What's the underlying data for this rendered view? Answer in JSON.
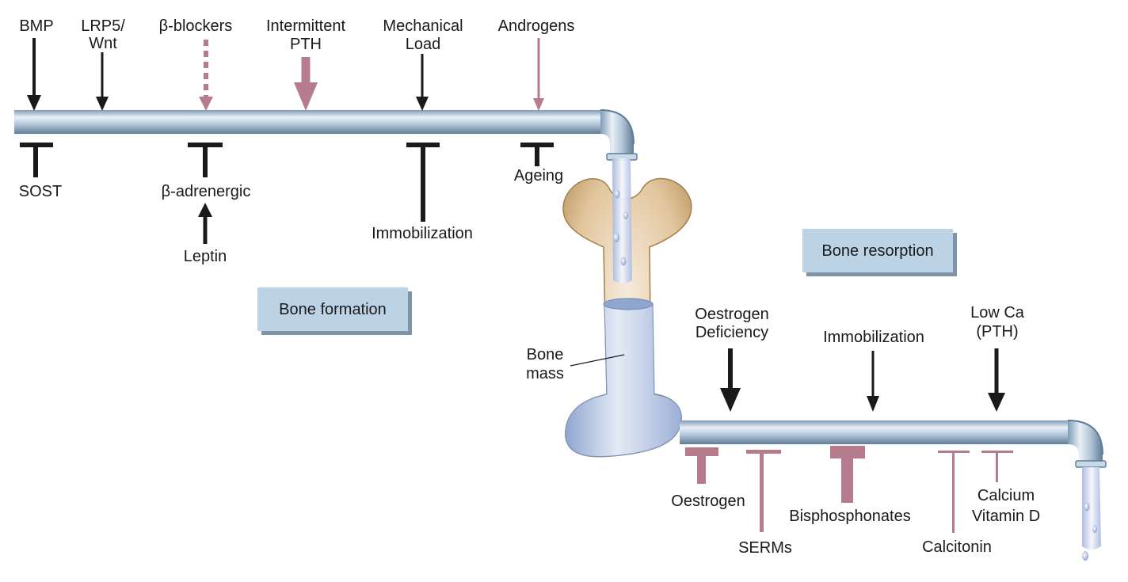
{
  "colors": {
    "pipe_mid": "#b9ccdd",
    "pipe_dark": "#5f7d98",
    "black_arrow": "#1a1a1a",
    "pink_arrow": "#b67b8c",
    "box_fill": "#bcd3e6",
    "box_shadow": "#7f94a8",
    "bone_tan": "#d9b98a",
    "water": "#dfe6f4"
  },
  "formation": {
    "inputs": {
      "bmp": "BMP",
      "lrp5_line1": "LRP5/",
      "lrp5_line2": "Wnt",
      "beta_blockers": "β-blockers",
      "pth_line1": "Intermittent",
      "pth_line2": "PTH",
      "mech_line1": "Mechanical",
      "mech_line2": "Load",
      "androgens": "Androgens"
    },
    "inhibitors": {
      "sost": "SOST",
      "beta_adrenergic": "β-adrenergic",
      "leptin": "Leptin",
      "immobilization": "Immobilization",
      "ageing": "Ageing"
    },
    "box_label": "Bone formation"
  },
  "bone": {
    "mass_line1": "Bone",
    "mass_line2": "mass"
  },
  "resorption": {
    "box_label": "Bone resorption",
    "inputs": {
      "oestrogen_def_line1": "Oestrogen",
      "oestrogen_def_line2": "Deficiency",
      "immobilization": "Immobilization",
      "low_ca_line1": "Low Ca",
      "low_ca_line2": "(PTH)"
    },
    "inhibitors": {
      "oestrogen": "Oestrogen",
      "serms": "SERMs",
      "bisphosphonates": "Bisphosphonates",
      "calcitonin": "Calcitonin",
      "calcium_line1": "Calcium",
      "calcium_line2": "Vitamin D"
    }
  }
}
